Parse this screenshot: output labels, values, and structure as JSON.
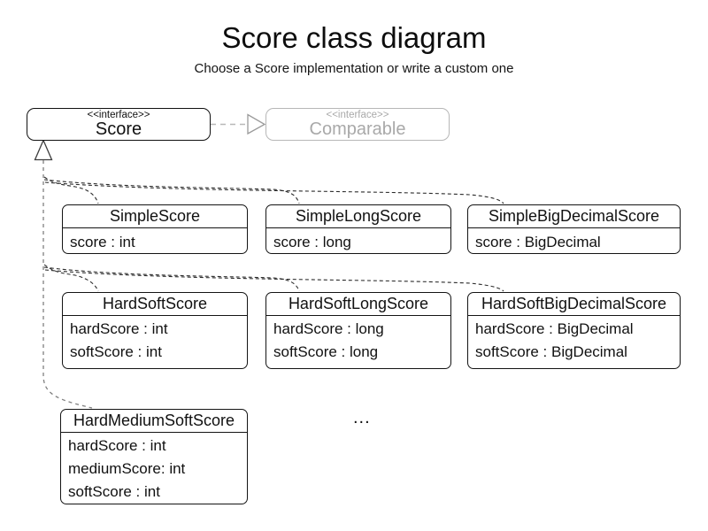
{
  "title": "Score class diagram",
  "subtitle": "Choose a Score implementation or write a custom one",
  "interfaces": {
    "score": {
      "stereotype": "<<interface>>",
      "name": "Score"
    },
    "comparable": {
      "stereotype": "<<interface>>",
      "name": "Comparable"
    }
  },
  "classes": [
    {
      "name": "SimpleScore",
      "attributes": [
        "score : int"
      ]
    },
    {
      "name": "SimpleLongScore",
      "attributes": [
        "score : long"
      ]
    },
    {
      "name": "SimpleBigDecimalScore",
      "attributes": [
        "score : BigDecimal"
      ]
    },
    {
      "name": "HardSoftScore",
      "attributes": [
        "hardScore : int",
        "softScore : int"
      ]
    },
    {
      "name": "HardSoftLongScore",
      "attributes": [
        "hardScore : long",
        "softScore : long"
      ]
    },
    {
      "name": "HardSoftBigDecimalScore",
      "attributes": [
        "hardScore : BigDecimal",
        "softScore : BigDecimal"
      ]
    },
    {
      "name": "HardMediumSoftScore",
      "attributes": [
        "hardScore : int",
        "mediumScore: int",
        "softScore : int"
      ]
    }
  ],
  "ellipsis": "...",
  "colors": {
    "line_black": "#141414",
    "muted_gray": "#a9a9a9",
    "spine_gray": "#808080",
    "background": "#ffffff"
  }
}
